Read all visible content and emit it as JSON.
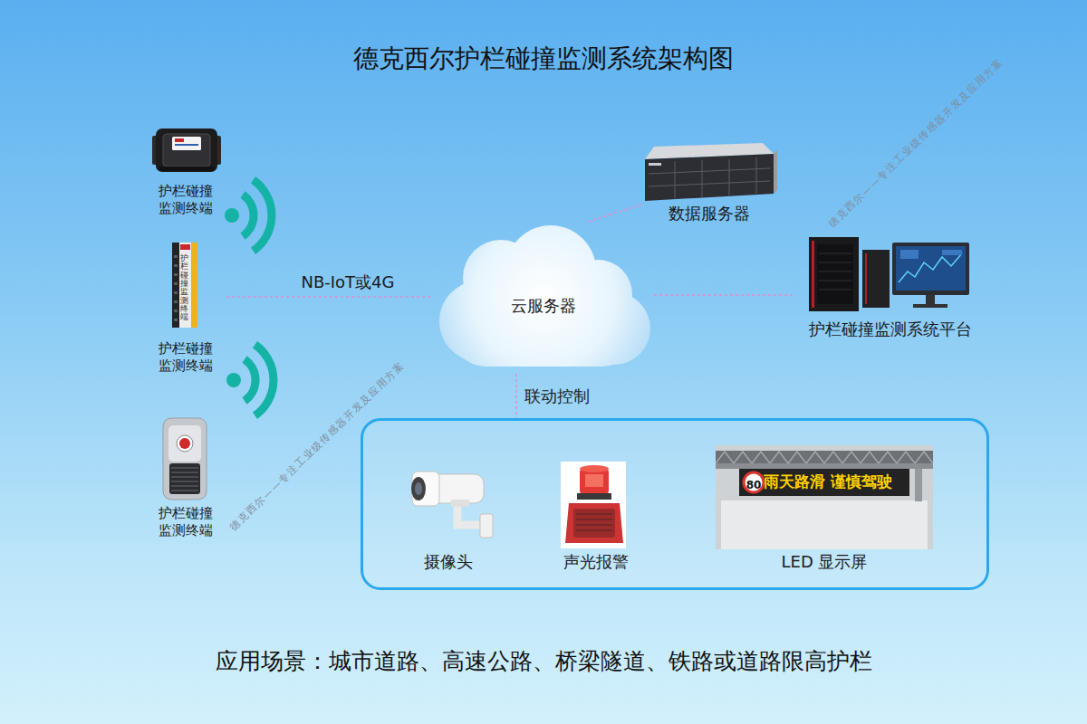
{
  "diagram": {
    "title": "德克西尔护栏碰撞监测系统架构图",
    "caption": "应用场景：城市道路、高速公路、桥梁隧道、铁路或道路限高护栏",
    "nodes": [
      {
        "text": [
          "护栏碰撞 监测终端"
        ]
      },
      {
        "text": [
          "护栏碰撞 监测终端"
        ]
      },
      {
        "text": [
          "护栏碰撞 监测终端"
        ]
      },
      {
        "text": [
          "云服务器"
        ]
      },
      {
        "text": [
          "数据服务器"
        ]
      },
      {
        "text": [
          "护栏碰撞监测系统平台"
        ]
      },
      {
        "text": []
      },
      {
        "text": [
          "摄像头"
        ],
        "in": 6
      },
      {
        "text": [
          "声光报警"
        ],
        "in": 6
      },
      {
        "text": [
          "80",
          "雨天路滑 谨慎驾驶",
          "LED 显示屏"
        ],
        "in": 6
      }
    ],
    "edges": [
      {
        "from": 1,
        "to": 3,
        "label": "NB-IoT或4G",
        "arrow": "none"
      },
      {
        "from": 3,
        "to": 4,
        "arrow": "none"
      },
      {
        "from": 3,
        "to": 5,
        "arrow": "none"
      },
      {
        "from": 3,
        "to": 6,
        "label": "联动控制",
        "arrow": "none"
      }
    ],
    "labels": [
      "护栏碰撞监测终端",
      "德克西尔——专注工业级传感器开发及应用方案",
      "德克西尔——专注工业级传感器开发及应用方案"
    ]
  }
}
